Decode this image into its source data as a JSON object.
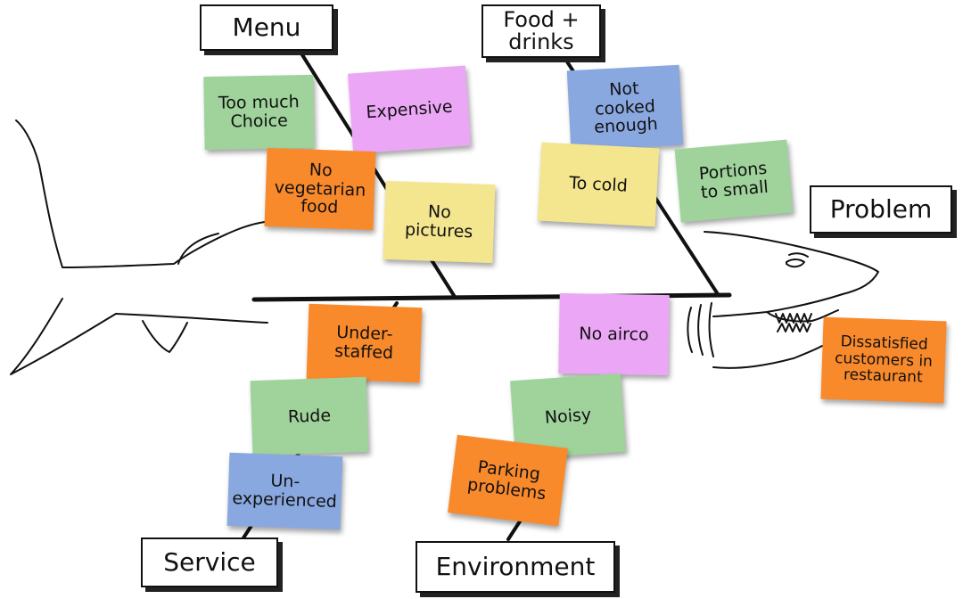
{
  "categories": {
    "menu": "Menu",
    "food_drinks": "Food +\ndrinks",
    "problem": "Problem",
    "service": "Service",
    "environment": "Environment"
  },
  "notes": {
    "too_much_choice": "Too much\nChoice",
    "expensive": "Expensive",
    "no_vegetarian_food": "No\nvegetarian\nfood",
    "no_pictures": "No\npictures",
    "not_cooked_enough": "Not\ncooked\nenough",
    "to_cold": "To cold",
    "portions_to_small": "Portions\nto small",
    "dissatisfied_customers": "Dissatisfied\ncustomers in\nrestaurant",
    "no_airco": "No airco",
    "understaffed": "Under-\nstaffed",
    "rude": "Rude",
    "unexperienced": "Un-\nexperienced",
    "noisy": "Noisy",
    "parking_problems": "Parking\nproblems"
  },
  "colors": {
    "green": "#9fd39b",
    "orange": "#f98a2c",
    "purple": "#eba7f5",
    "yellow": "#f4e58f",
    "blue": "#8aa8e0",
    "ink": "#111111"
  }
}
